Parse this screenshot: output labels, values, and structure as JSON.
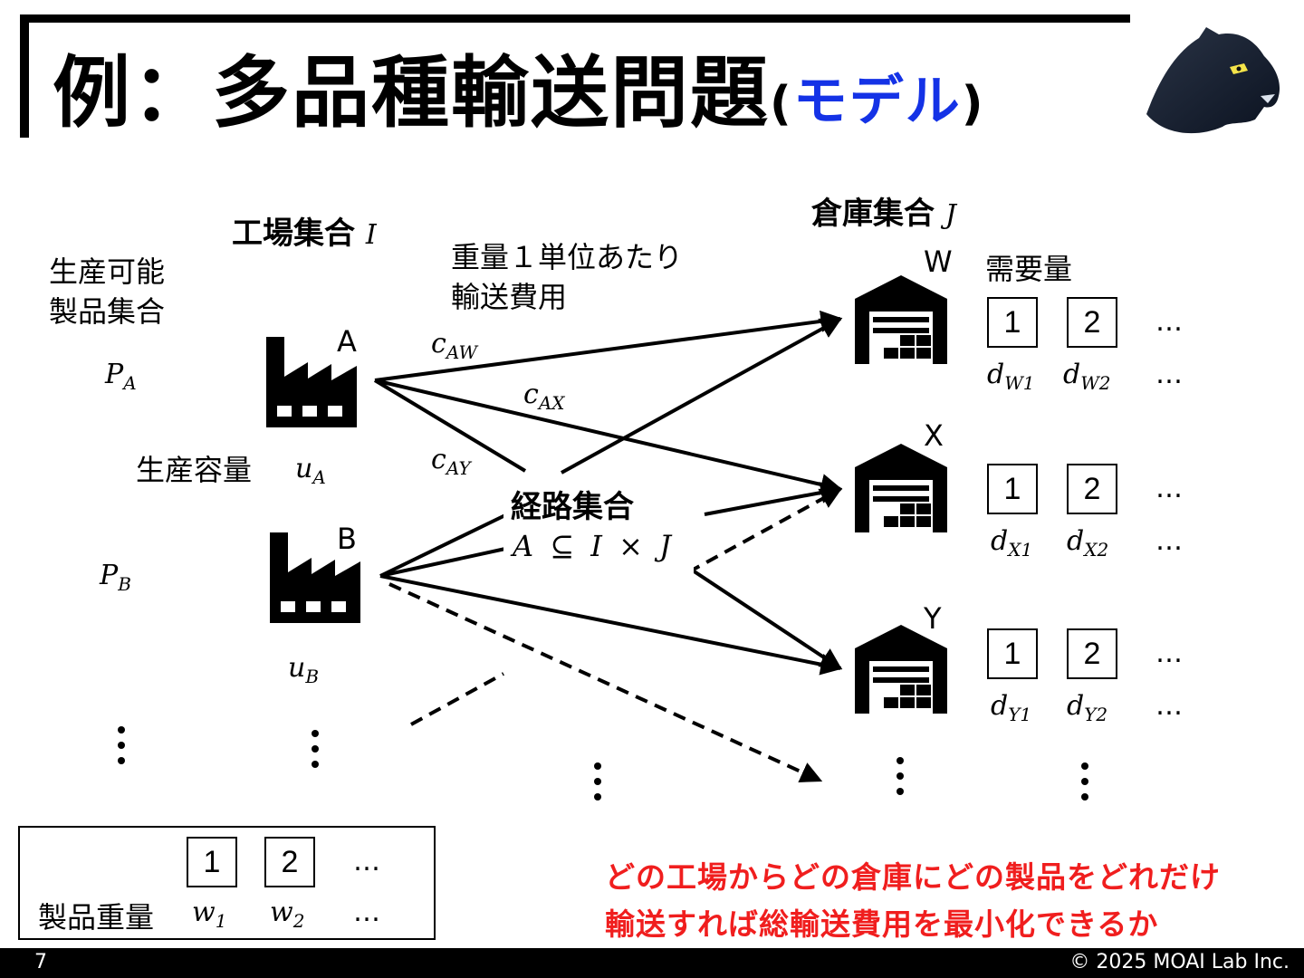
{
  "title": {
    "main": "例：多品種輸送問題",
    "open_paren": "(",
    "sub": "モデル",
    "close_paren": ")"
  },
  "factories": {
    "set_label": "工場集合",
    "set_symbol": "I",
    "products_label_line1": "生産可能",
    "products_label_line2": "製品集合",
    "capacity_label": "生産容量",
    "items": [
      {
        "name": "A",
        "product_set": "P",
        "product_sub": "A",
        "capacity": "u",
        "capacity_sub": "A"
      },
      {
        "name": "B",
        "product_set": "P",
        "product_sub": "B",
        "capacity": "u",
        "capacity_sub": "B"
      }
    ]
  },
  "cost": {
    "label_line1": "重量１単位あたり",
    "label_line2": "輸送費用",
    "items": [
      {
        "base": "c",
        "sub": "AW"
      },
      {
        "base": "c",
        "sub": "AX"
      },
      {
        "base": "c",
        "sub": "AY"
      }
    ]
  },
  "routes": {
    "label": "経路集合",
    "formula": "A ⊆ I × J"
  },
  "warehouses": {
    "set_label": "倉庫集合",
    "set_symbol": "J",
    "demand_label": "需要量",
    "items": [
      {
        "name": "W",
        "cells": [
          "1",
          "2"
        ],
        "demand_base": "d",
        "demand_subs": [
          "W1",
          "W2"
        ]
      },
      {
        "name": "X",
        "cells": [
          "1",
          "2"
        ],
        "demand_base": "d",
        "demand_subs": [
          "X1",
          "X2"
        ]
      },
      {
        "name": "Y",
        "cells": [
          "1",
          "2"
        ],
        "demand_base": "d",
        "demand_subs": [
          "Y1",
          "Y2"
        ]
      }
    ]
  },
  "weights": {
    "label": "製品重量",
    "cells": [
      "1",
      "2"
    ],
    "base": "w",
    "subs": [
      "1",
      "2"
    ]
  },
  "ellipsis": "…",
  "question_line1": "どの工場からどの倉庫にどの製品をどれだけ",
  "question_line2": "輸送すれば総輸送費用を最小化できるか",
  "footer": {
    "page": "7",
    "copyright": "© 2025 MOAI Lab Inc."
  },
  "colors": {
    "title_accent": "#1432e6",
    "question": "#f01e1e"
  }
}
